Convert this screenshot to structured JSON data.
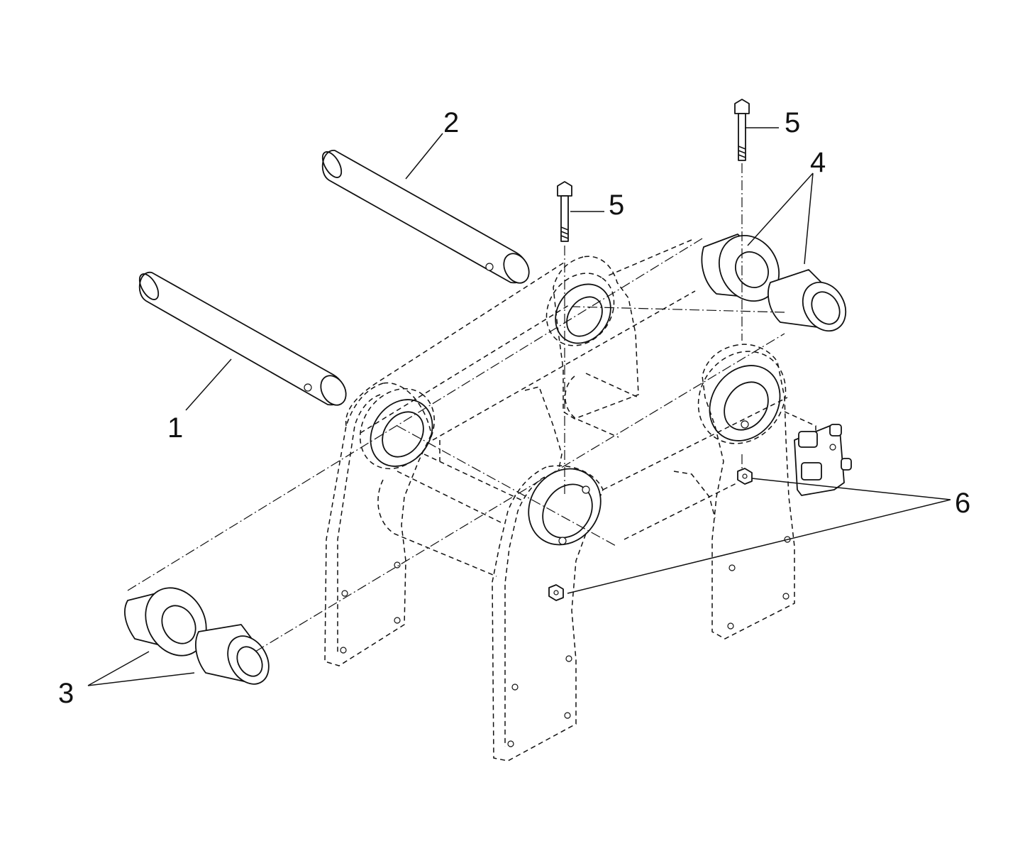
{
  "callouts": {
    "pin_1": "1",
    "pin_2": "2",
    "bushings_3": "3",
    "bushings_4": "4",
    "bolt_5_left": "5",
    "bolt_5_right": "5",
    "nuts_6": "6"
  }
}
